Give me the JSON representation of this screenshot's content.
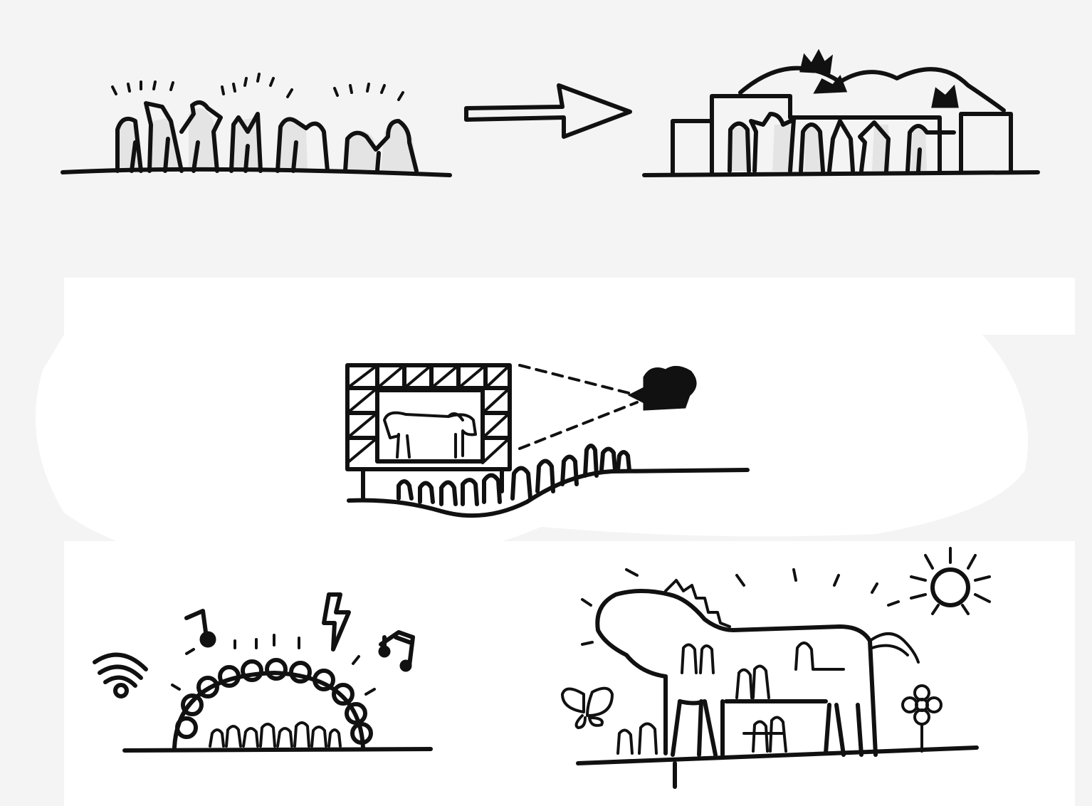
{
  "figure": {
    "panels": [
      "crowd-to-enclosure",
      "horse-screen-projection",
      "music-dome",
      "horse-shaped-pavilion"
    ]
  },
  "colors": {
    "ink": "#111111",
    "paper": "#f4f4f4",
    "blob": "#ffffff"
  },
  "icons": [
    "arrow-icon",
    "camera-icon",
    "wifi-icon",
    "music-note-icon",
    "lightning-icon",
    "sun-icon",
    "butterfly-icon",
    "flower-icon"
  ]
}
